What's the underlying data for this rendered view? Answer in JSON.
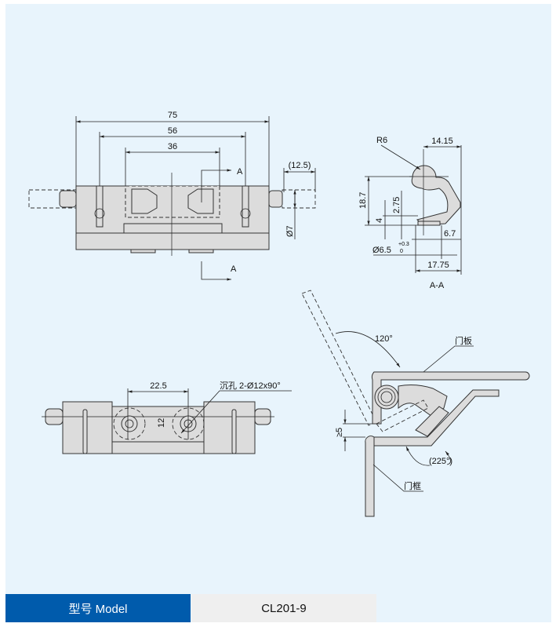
{
  "front_view": {
    "dim_overall": "75",
    "dim_pins": "56",
    "dim_inner": "36",
    "dim_pin_ext": "(12.5)",
    "dim_pin_dia": "Ø7",
    "section_mark_top": "A",
    "section_mark_bottom": "A"
  },
  "section_view": {
    "radius": "R6",
    "dim_width": "14.15",
    "dim_height": "18.7",
    "dim_thickness": "4",
    "dim_offset": "2.75",
    "dim_slot": "6.7",
    "dim_hole": "Ø6.5",
    "tol_upper": "+0.3",
    "tol_lower": "0",
    "dim_total": "17.75",
    "title": "A-A"
  },
  "bottom_view": {
    "dim_holes": "22.5",
    "dim_hole_height": "12",
    "countersink_note": "沉孔 2-Ø12x90°"
  },
  "install_view": {
    "open_angle": "120°",
    "door_label": "门板",
    "frame_label": "门框",
    "fold_angle": "(225°)",
    "gap": "≥5"
  },
  "footer": {
    "label": "型号 Model",
    "value": "CL201-9",
    "label_bg": "#005bac"
  }
}
